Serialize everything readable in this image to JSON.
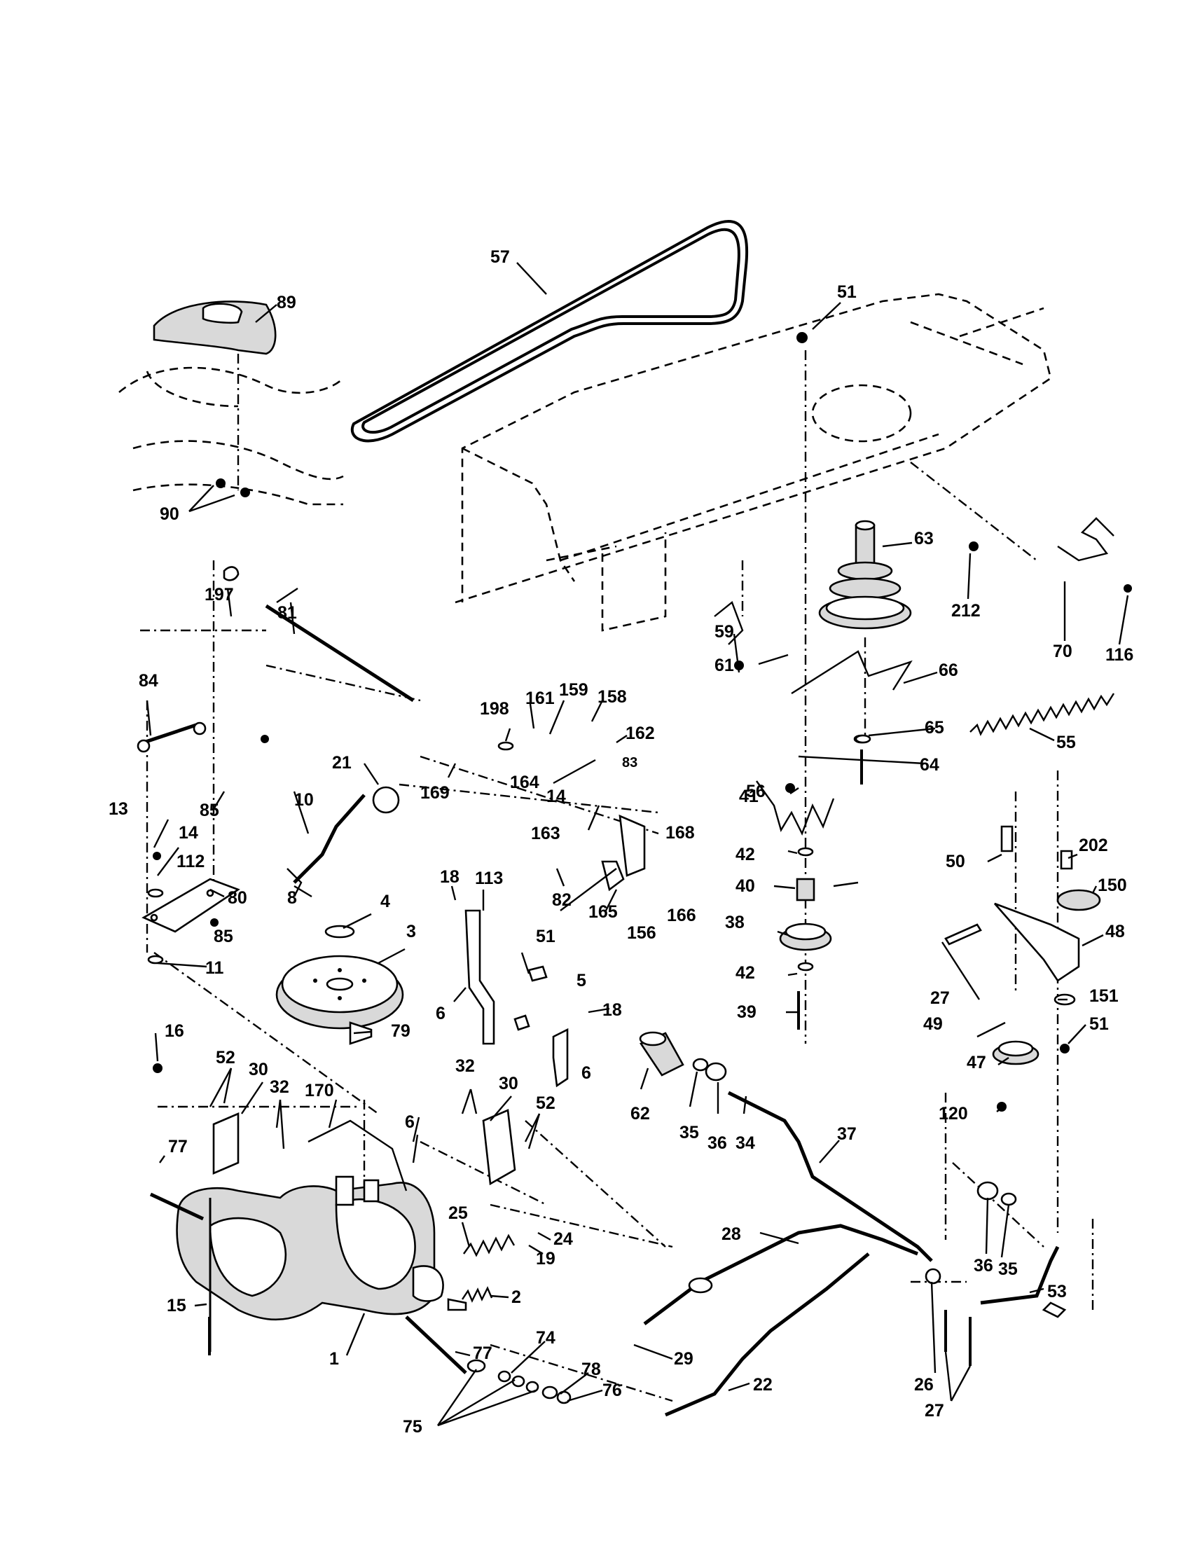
{
  "diagram": {
    "labels": [
      {
        "id": "57",
        "text": "57"
      },
      {
        "id": "89",
        "text": "89"
      },
      {
        "id": "51a",
        "text": "51"
      },
      {
        "id": "90",
        "text": "90"
      },
      {
        "id": "63",
        "text": "63"
      },
      {
        "id": "212",
        "text": "212"
      },
      {
        "id": "70",
        "text": "70"
      },
      {
        "id": "116",
        "text": "116"
      },
      {
        "id": "197",
        "text": "197"
      },
      {
        "id": "81",
        "text": "81"
      },
      {
        "id": "59",
        "text": "59"
      },
      {
        "id": "61",
        "text": "61"
      },
      {
        "id": "66",
        "text": "66"
      },
      {
        "id": "84",
        "text": "84"
      },
      {
        "id": "198",
        "text": "198"
      },
      {
        "id": "161",
        "text": "161"
      },
      {
        "id": "159",
        "text": "159"
      },
      {
        "id": "158",
        "text": "158"
      },
      {
        "id": "162",
        "text": "162"
      },
      {
        "id": "65",
        "text": "65"
      },
      {
        "id": "56",
        "text": "56"
      },
      {
        "id": "55",
        "text": "55"
      },
      {
        "id": "21",
        "text": "21"
      },
      {
        "id": "85a",
        "text": "85"
      },
      {
        "id": "169",
        "text": "169"
      },
      {
        "id": "164",
        "text": "164"
      },
      {
        "id": "14a",
        "text": "14"
      },
      {
        "id": "83",
        "text": "83"
      },
      {
        "id": "64",
        "text": "64"
      },
      {
        "id": "10",
        "text": "10"
      },
      {
        "id": "163",
        "text": "163"
      },
      {
        "id": "41",
        "text": "41"
      },
      {
        "id": "13",
        "text": "13"
      },
      {
        "id": "14b",
        "text": "14"
      },
      {
        "id": "168",
        "text": "168"
      },
      {
        "id": "112",
        "text": "112"
      },
      {
        "id": "42a",
        "text": "42"
      },
      {
        "id": "50",
        "text": "50"
      },
      {
        "id": "202",
        "text": "202"
      },
      {
        "id": "8",
        "text": "8"
      },
      {
        "id": "80",
        "text": "80"
      },
      {
        "id": "18a",
        "text": "18"
      },
      {
        "id": "113",
        "text": "113"
      },
      {
        "id": "82",
        "text": "82"
      },
      {
        "id": "40",
        "text": "40"
      },
      {
        "id": "150",
        "text": "150"
      },
      {
        "id": "166",
        "text": "166"
      },
      {
        "id": "4",
        "text": "4"
      },
      {
        "id": "165",
        "text": "165"
      },
      {
        "id": "156",
        "text": "156"
      },
      {
        "id": "3",
        "text": "3"
      },
      {
        "id": "51b",
        "text": "51"
      },
      {
        "id": "38",
        "text": "38"
      },
      {
        "id": "48",
        "text": "48"
      },
      {
        "id": "85b",
        "text": "85"
      },
      {
        "id": "5",
        "text": "5"
      },
      {
        "id": "11",
        "text": "11"
      },
      {
        "id": "27a",
        "text": "27"
      },
      {
        "id": "42b",
        "text": "42"
      },
      {
        "id": "151",
        "text": "151"
      },
      {
        "id": "6a",
        "text": "6"
      },
      {
        "id": "18b",
        "text": "18"
      },
      {
        "id": "51c",
        "text": "51"
      },
      {
        "id": "39",
        "text": "39"
      },
      {
        "id": "49",
        "text": "49"
      },
      {
        "id": "79",
        "text": "79"
      },
      {
        "id": "16",
        "text": "16"
      },
      {
        "id": "47",
        "text": "47"
      },
      {
        "id": "52a",
        "text": "52"
      },
      {
        "id": "30a",
        "text": "30"
      },
      {
        "id": "32a",
        "text": "32"
      },
      {
        "id": "6b",
        "text": "6"
      },
      {
        "id": "30b",
        "text": "30"
      },
      {
        "id": "120",
        "text": "120"
      },
      {
        "id": "32b",
        "text": "32"
      },
      {
        "id": "170",
        "text": "170"
      },
      {
        "id": "52b",
        "text": "52"
      },
      {
        "id": "62",
        "text": "62"
      },
      {
        "id": "35a",
        "text": "35"
      },
      {
        "id": "6c",
        "text": "6"
      },
      {
        "id": "36a",
        "text": "36"
      },
      {
        "id": "34",
        "text": "34"
      },
      {
        "id": "37",
        "text": "37"
      },
      {
        "id": "77a",
        "text": "77"
      },
      {
        "id": "25",
        "text": "25"
      },
      {
        "id": "24",
        "text": "24"
      },
      {
        "id": "28",
        "text": "28"
      },
      {
        "id": "19",
        "text": "19"
      },
      {
        "id": "36b",
        "text": "36"
      },
      {
        "id": "35b",
        "text": "35"
      },
      {
        "id": "2",
        "text": "2"
      },
      {
        "id": "53",
        "text": "53"
      },
      {
        "id": "15",
        "text": "15"
      },
      {
        "id": "77b",
        "text": "77"
      },
      {
        "id": "29",
        "text": "29"
      },
      {
        "id": "74",
        "text": "74"
      },
      {
        "id": "1",
        "text": "1"
      },
      {
        "id": "78",
        "text": "78"
      },
      {
        "id": "22",
        "text": "22"
      },
      {
        "id": "26",
        "text": "26"
      },
      {
        "id": "76",
        "text": "76"
      },
      {
        "id": "27b",
        "text": "27"
      },
      {
        "id": "75",
        "text": "75"
      }
    ]
  }
}
